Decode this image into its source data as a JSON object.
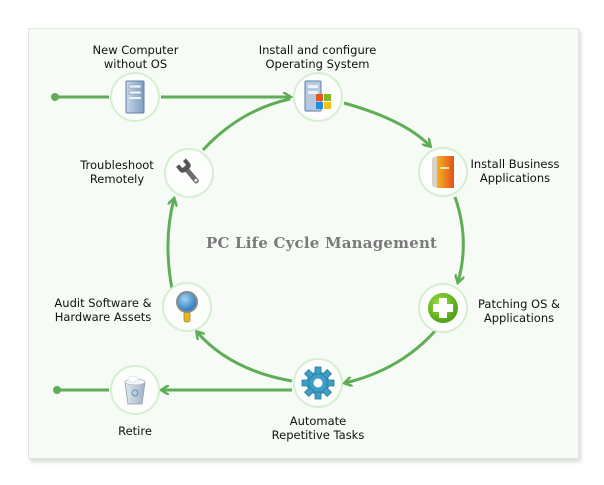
{
  "diagram": {
    "title": "PC Life Cycle Management",
    "colors": {
      "arrow": "#5fad56",
      "panel_background": "#f6fcf5",
      "node_border": "#d6eed2",
      "title_text": "#7a7a7a"
    },
    "nodes": [
      {
        "id": "new-computer",
        "label_line1": "New Computer",
        "label_line2": "without OS",
        "icon": "computer-tower-icon"
      },
      {
        "id": "install-os",
        "label_line1": "Install and configure",
        "label_line2": "Operating System",
        "icon": "windows-computer-icon"
      },
      {
        "id": "install-apps",
        "label_line1": "Install Business",
        "label_line2": "Applications",
        "icon": "software-box-icon"
      },
      {
        "id": "patching",
        "label_line1": "Patching OS &",
        "label_line2": "Applications",
        "icon": "green-plus-icon"
      },
      {
        "id": "automate",
        "label_line1": "Automate",
        "label_line2": "Repetitive Tasks",
        "icon": "gear-icon"
      },
      {
        "id": "audit",
        "label_line1": "Audit Software &",
        "label_line2": "Hardware Assets",
        "icon": "magnifier-icon"
      },
      {
        "id": "troubleshoot",
        "label_line1": "Troubleshoot",
        "label_line2": "Remotely",
        "icon": "wrench-icon"
      },
      {
        "id": "retire",
        "label_line1": "Retire",
        "label_line2": "",
        "icon": "recycle-bin-icon"
      }
    ],
    "edges": [
      {
        "from": "start",
        "to": "new-computer"
      },
      {
        "from": "new-computer",
        "to": "install-os"
      },
      {
        "from": "install-os",
        "to": "install-apps"
      },
      {
        "from": "install-apps",
        "to": "patching"
      },
      {
        "from": "patching",
        "to": "automate"
      },
      {
        "from": "automate",
        "to": "audit"
      },
      {
        "from": "audit",
        "to": "troubleshoot"
      },
      {
        "from": "troubleshoot",
        "to": "install-os"
      },
      {
        "from": "automate",
        "to": "retire"
      },
      {
        "from": "retire",
        "to": "end"
      }
    ]
  }
}
